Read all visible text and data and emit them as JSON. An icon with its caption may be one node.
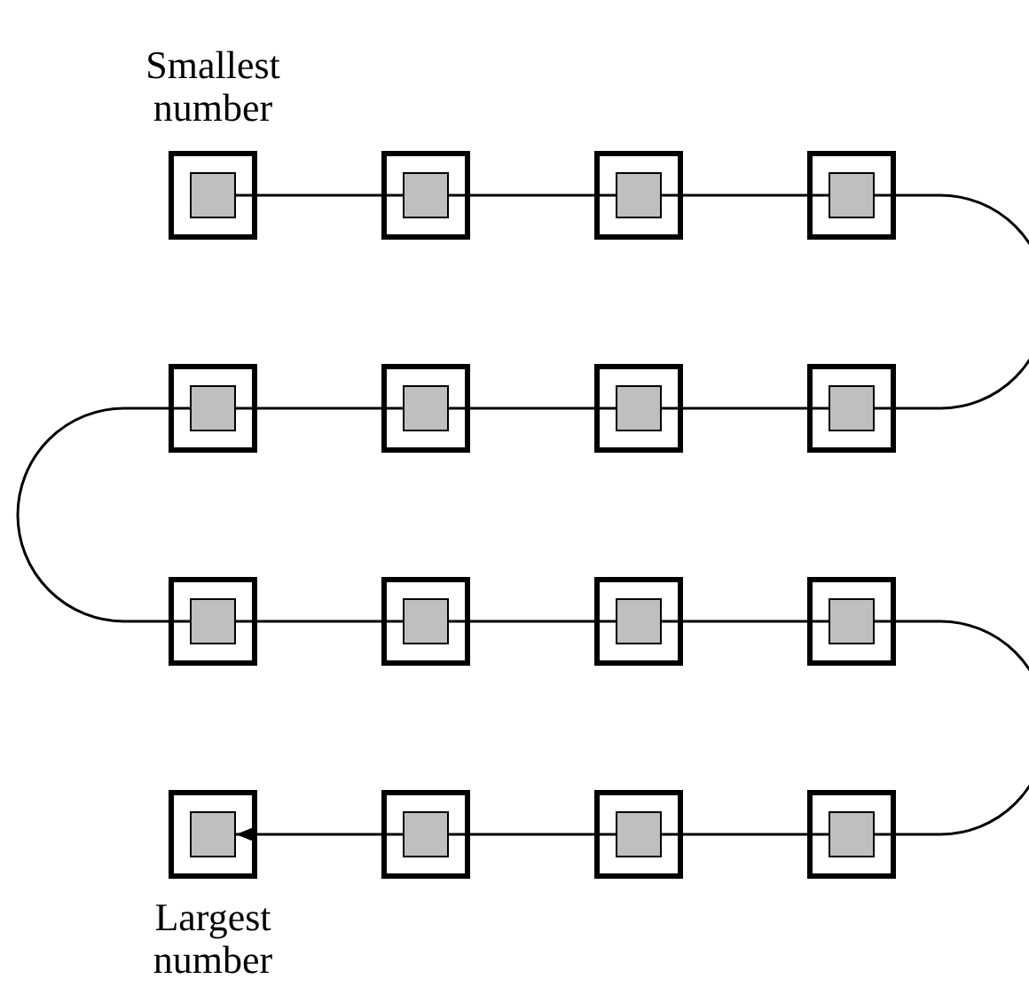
{
  "diagram": {
    "nodes": [
      {
        "text": [],
        "shape": "box",
        "beside": [
          "Smallest number"
        ]
      },
      {
        "text": [],
        "shape": "box",
        "in": 0
      },
      {
        "text": [],
        "shape": "box"
      },
      {
        "text": [],
        "shape": "box",
        "in": 2
      },
      {
        "text": [],
        "shape": "box"
      },
      {
        "text": [],
        "shape": "box",
        "in": 4
      },
      {
        "text": [],
        "shape": "box"
      },
      {
        "text": [],
        "shape": "box",
        "in": 6
      },
      {
        "text": [],
        "shape": "box"
      },
      {
        "text": [],
        "shape": "box",
        "in": 8
      },
      {
        "text": [],
        "shape": "box"
      },
      {
        "text": [],
        "shape": "box",
        "in": 10
      },
      {
        "text": [],
        "shape": "box"
      },
      {
        "text": [],
        "shape": "box",
        "in": 12
      },
      {
        "text": [],
        "shape": "box"
      },
      {
        "text": [],
        "shape": "box",
        "in": 14
      },
      {
        "text": [],
        "shape": "box"
      },
      {
        "text": [],
        "shape": "box",
        "in": 16
      },
      {
        "text": [],
        "shape": "box"
      },
      {
        "text": [],
        "shape": "box",
        "in": 18
      },
      {
        "text": [],
        "shape": "box"
      },
      {
        "text": [],
        "shape": "box",
        "in": 20
      },
      {
        "text": [],
        "shape": "box"
      },
      {
        "text": [],
        "shape": "box",
        "in": 22
      },
      {
        "text": [],
        "shape": "box",
        "beside": [
          "Largest number"
        ]
      },
      {
        "text": [],
        "shape": "box",
        "in": 24
      },
      {
        "text": [],
        "shape": "box"
      },
      {
        "text": [],
        "shape": "box",
        "in": 26
      },
      {
        "text": [],
        "shape": "box"
      },
      {
        "text": [],
        "shape": "box",
        "in": 28
      },
      {
        "text": [],
        "shape": "box"
      },
      {
        "text": [],
        "shape": "box",
        "in": 30
      }
    ],
    "edges": [
      {
        "from": 1,
        "to": 3,
        "arrow": "none"
      },
      {
        "from": 3,
        "to": 5,
        "arrow": "none"
      },
      {
        "from": 5,
        "to": 7,
        "arrow": "none"
      },
      {
        "from": 7,
        "to": 15,
        "arrow": "none"
      },
      {
        "from": 15,
        "to": 13,
        "arrow": "none"
      },
      {
        "from": 13,
        "to": 11,
        "arrow": "none"
      },
      {
        "from": 11,
        "to": 9,
        "arrow": "none"
      },
      {
        "from": 9,
        "to": 17,
        "arrow": "none"
      },
      {
        "from": 17,
        "to": 19,
        "arrow": "none"
      },
      {
        "from": 19,
        "to": 21,
        "arrow": "none"
      },
      {
        "from": 21,
        "to": 23,
        "arrow": "none"
      },
      {
        "from": 23,
        "to": 31,
        "arrow": "none"
      },
      {
        "from": 31,
        "to": 29,
        "arrow": "none"
      },
      {
        "from": 29,
        "to": 27,
        "arrow": "none"
      },
      {
        "from": 27,
        "to": 25,
        "arrow": "to"
      }
    ]
  }
}
